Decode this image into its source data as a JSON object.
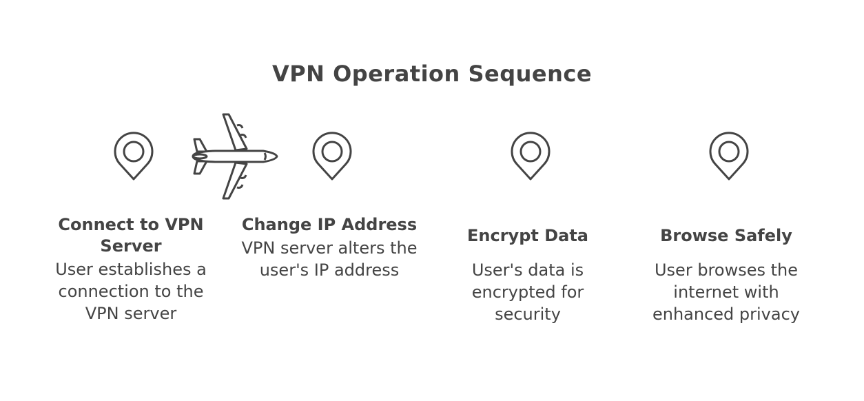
{
  "title": "VPN Operation Sequence",
  "colors": {
    "ink": "#444444",
    "background": "#ffffff"
  },
  "icons": {
    "pin": "location-pin-icon",
    "plane": "airplane-icon"
  },
  "steps": [
    {
      "title": "Connect to VPN Server",
      "description": "User establishes a connection to the VPN server"
    },
    {
      "title": "Change IP Address",
      "description": "VPN server alters the user's IP address"
    },
    {
      "title": "Encrypt Data",
      "description": "User's data is encrypted for security"
    },
    {
      "title": "Browse Safely",
      "description": "User browses the internet with enhanced privacy"
    }
  ]
}
